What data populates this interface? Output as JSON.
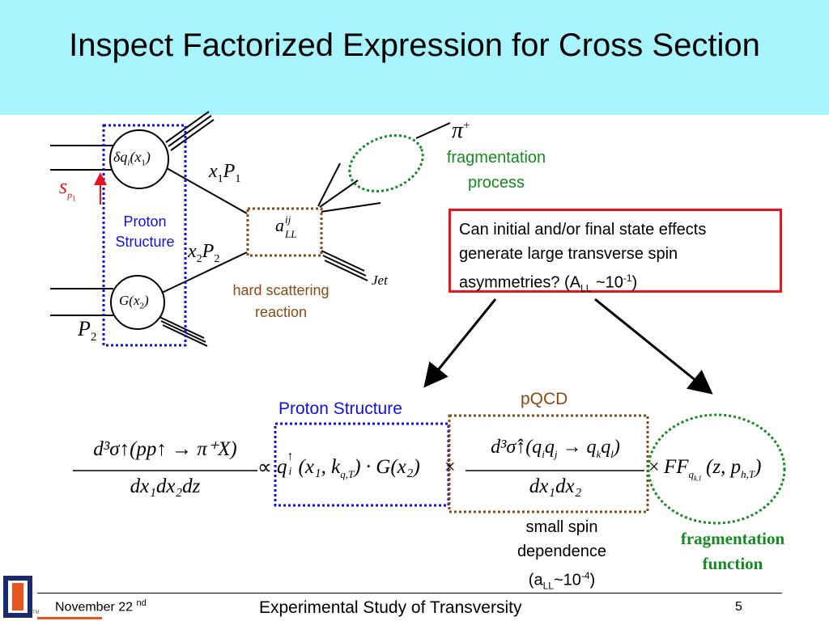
{
  "slide": {
    "title": "Inspect Factorized Expression for Cross Section",
    "colors": {
      "header_bg": "#a8f4fd",
      "blue": "#1010e0",
      "brown": "#8a4a16",
      "green": "#148a20",
      "red": "#e8141e"
    }
  },
  "diagram": {
    "delta_q": "δq",
    "delta_q_sub": "i",
    "delta_q_arg": "(x",
    "delta_q_arg_sub": "1",
    "delta_q_close": ")",
    "g_func": "G(x",
    "g_sub": "2",
    "g_close": ")",
    "x1p1": "x",
    "x1p1_sub1": "1",
    "x1p1_p": "P",
    "x1p1_sub2": "1",
    "x2p2": "x",
    "x2p2_sub1": "2",
    "x2p2_p": "P",
    "x2p2_sub2": "2",
    "a_ll": "a",
    "a_ll_sup": "ij",
    "a_ll_sub": "LL",
    "spin": "s",
    "spin_sub": "p",
    "spin_sub2": "1",
    "p2": "P",
    "p2_sub": "2",
    "pion": "π",
    "pion_sup": "+",
    "jet": "Jet",
    "proton_structure_l1": "Proton",
    "proton_structure_l2": "Structure",
    "hard_scatter_l1": "hard scattering",
    "hard_scatter_l2": "reaction",
    "frag_process_l1": "fragmentation",
    "frag_process_l2": "process"
  },
  "question": {
    "line1": "Can initial and/or final state effects generate large transverse spin asymmetries? (A",
    "sub": "LL",
    "mid": " ~10",
    "sup": "-1",
    "end": ")"
  },
  "formula": {
    "pqcd_label": "pQCD",
    "proton_structure_label": "Proton Structure",
    "lhs_num": "d³σ↑(pp↑ → π⁺X)",
    "lhs_den": "dx₁dx₂dz",
    "propto": "∝",
    "q_term": "q",
    "q_sup": "↑",
    "q_sub": "i",
    "q_args": "(x₁, k",
    "q_args_sub": "q,T",
    "q_args_end": ") · G(x₂)",
    "times1": "×",
    "pqcd_num": "d³σ̂↑(q",
    "pqcd_num_i": "i",
    "pqcd_num_q": "q",
    "pqcd_num_j": "j",
    "pqcd_num_arrow": " → q",
    "pqcd_num_k": "k",
    "pqcd_num_q2": "q",
    "pqcd_num_l": "l",
    "pqcd_num_end": ")",
    "pqcd_den": "dx₁dx₂",
    "times2": "×",
    "ff": "FF",
    "ff_sub": "q",
    "ff_sub2": "k.l",
    "ff_args": "(z, p",
    "ff_args_sub": "h,T",
    "ff_args_end": ")"
  },
  "notes": {
    "spin_dep_l1": "small spin",
    "spin_dep_l2": "dependence",
    "spin_dep_l3a": "(a",
    "spin_dep_sub": "LL",
    "spin_dep_l3b": "~10",
    "spin_dep_sup": "-4",
    "spin_dep_l3c": ")",
    "frag_func_l1": "fragmentation",
    "frag_func_l2": "function"
  },
  "footer": {
    "date": "November 22",
    "date_sup": "nd",
    "center": "Experimental Study of Transversity",
    "page": "5",
    "logo_mark": "I",
    "logo_tm": "TM"
  }
}
